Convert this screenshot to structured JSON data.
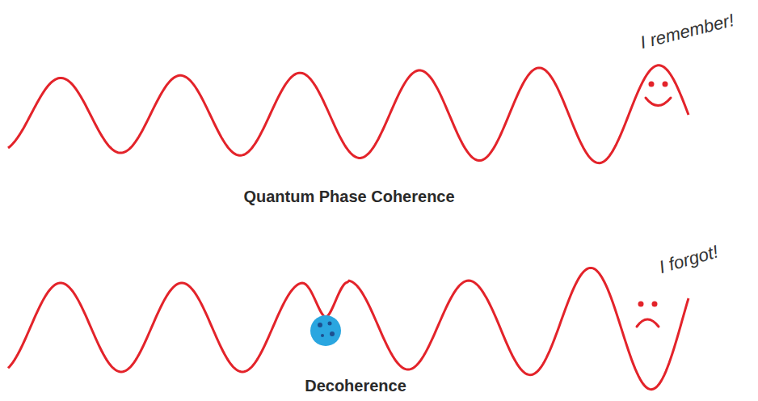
{
  "diagram": {
    "labels": [
      "I remember!",
      "Quantum Phase Coherence",
      "I forgot!",
      "Decoherence"
    ]
  }
}
